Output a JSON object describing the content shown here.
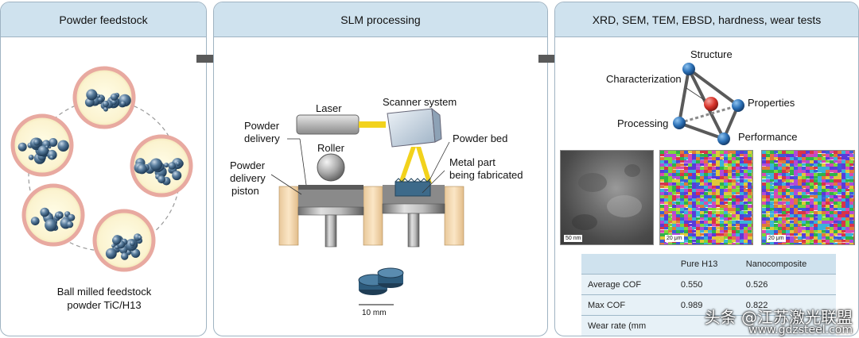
{
  "panels": {
    "feedstock": {
      "header": "Powder feedstock",
      "caption_line1": "Ball milled feedstock",
      "caption_line2": "powder TiC/H13"
    },
    "slm": {
      "header": "SLM processing",
      "labels": {
        "laser": "Laser",
        "scanner": "Scanner system",
        "powder_delivery_1": "Powder",
        "powder_delivery_2": "delivery",
        "roller": "Roller",
        "piston_1": "Powder",
        "piston_2": "delivery",
        "piston_3": "piston",
        "powder_bed": "Powder bed",
        "metal_part_1": "Metal part",
        "metal_part_2": "being fabricated"
      },
      "scale": "10 mm"
    },
    "tests": {
      "header": "XRD, SEM, TEM, EBSD, hardness, wear tests",
      "tetrahedron": {
        "structure": "Structure",
        "characterization": "Characterization",
        "properties": "Properties",
        "processing": "Processing",
        "performance": "Performance"
      },
      "micrographs": {
        "tem_scale": "50 nm",
        "ebsd1_scale": "20 μm",
        "ebsd2_scale": "20 μm"
      },
      "table": {
        "columns": [
          "",
          "Pure H13",
          "Nanocomposite"
        ],
        "rows": [
          {
            "label": "Average COF",
            "pure": "0.550",
            "nano": "0.526"
          },
          {
            "label": "Max COF",
            "pure": "0.989",
            "nano": "0.822"
          },
          {
            "label": "Wear rate (mm",
            "pure": "",
            "nano": ""
          }
        ]
      }
    }
  },
  "watermark": {
    "line1": "头条 @江苏激光联盟",
    "line2": "www.gdzsteel.com"
  },
  "colors": {
    "header_bg": "#cfe2ee",
    "border": "#9fb3c2",
    "arrow": "#555555",
    "node": "#2a6fb5",
    "center_node": "#d9342b",
    "laser_beam": "#f2d21c"
  }
}
